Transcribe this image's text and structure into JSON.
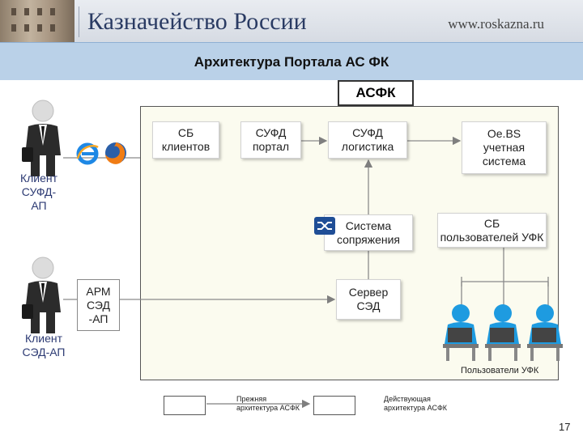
{
  "header": {
    "org_name": "Казначейство России",
    "url": "www.roskazna.ru"
  },
  "slide": {
    "title": "Архитектура Портала АС ФК",
    "system_label": "АСФК",
    "page_number": "17"
  },
  "nodes": {
    "sb_clients": [
      "СБ",
      "клиентов"
    ],
    "sufd_portal": [
      "СУФД",
      "портал"
    ],
    "sufd_logistics": [
      "СУФД",
      "логистика"
    ],
    "oebs": [
      "Oe.BS",
      "учетная",
      "система"
    ],
    "integration": [
      "Система",
      "сопряжения"
    ],
    "sb_users": [
      "СБ",
      "пользователей УФК"
    ],
    "sed_server": [
      "Сервер",
      "СЭД"
    ],
    "arm_sed": [
      "АРМ",
      "СЭД",
      "-АП"
    ]
  },
  "clients": {
    "sufd": [
      "Клиент",
      "СУФД-",
      "АП"
    ],
    "sed": [
      "Клиент",
      "СЭД-АП"
    ]
  },
  "users_label": "Пользователи УФК",
  "legend": {
    "previous": [
      "Прежняя",
      "архитектура АСФК"
    ],
    "current": [
      "Действующая",
      "архитектура АСФК"
    ]
  },
  "icons": [
    "person-icon",
    "internet-explorer-icon",
    "firefox-icon",
    "integration-icon",
    "user-computer-icon"
  ],
  "colors": {
    "header_band": "#bad1e8",
    "client_text": "#2c3a73",
    "frame_fill": "#fbfbef"
  }
}
